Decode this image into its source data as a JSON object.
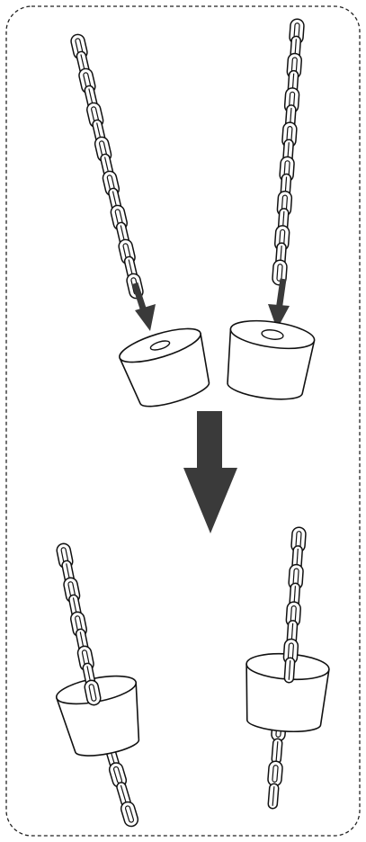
{
  "diagram": {
    "style": {
      "stroke": "#111111",
      "fill": "#ffffff",
      "arrow": "#3a3a3a",
      "frame": "#222222"
    },
    "icons": {
      "big_arrow": "down-arrow-icon",
      "small_arrow": "insert-arrow-icon",
      "chain": "chain-icon",
      "stopper": "cylindrical-stopper-icon"
    },
    "panels": [
      {
        "id": "before-left",
        "chain": "link-chain",
        "stopper": "tapered-stopper",
        "state": "about-to-insert"
      },
      {
        "id": "before-right",
        "chain": "link-chain",
        "stopper": "tapered-stopper",
        "state": "about-to-insert"
      },
      {
        "id": "after-left",
        "chain": "link-chain",
        "stopper": "tapered-stopper",
        "state": "threaded"
      },
      {
        "id": "after-right",
        "chain": "link-chain",
        "stopper": "tapered-stopper",
        "state": "threaded"
      }
    ]
  }
}
